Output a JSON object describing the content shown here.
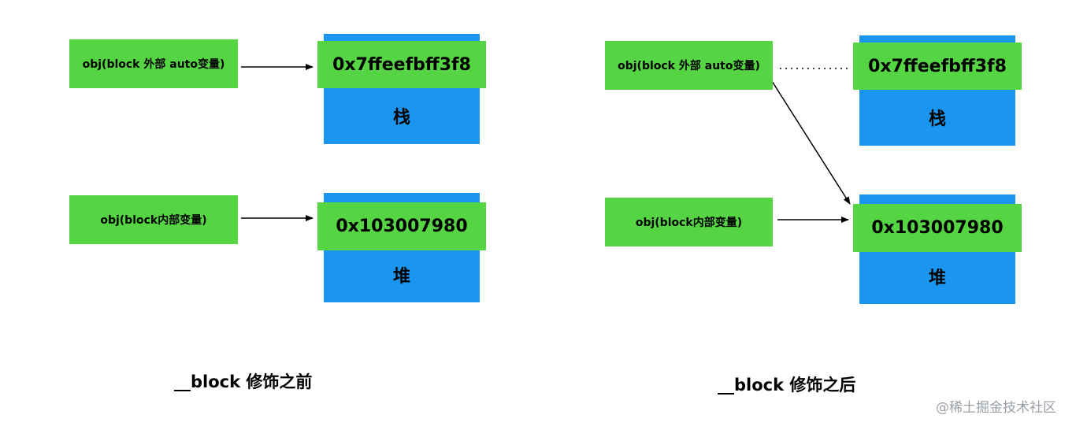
{
  "before": {
    "stack_var_label": "obj(block 外部 auto变量)",
    "stack_address": "0x7ffeefbff3f8",
    "stack_region": "栈",
    "heap_var_label": "obj(block内部变量)",
    "heap_address": "0x103007980",
    "heap_region": "堆",
    "caption": "__block 修饰之前"
  },
  "after": {
    "stack_var_label": "obj(block 外部 auto变量)",
    "stack_address": "0x7ffeefbff3f8",
    "stack_region": "栈",
    "heap_var_label": "obj(block内部变量)",
    "heap_address": "0x103007980",
    "heap_region": "堆",
    "caption": "__block 修饰之后"
  },
  "watermark": "@稀土掘金技术社区",
  "colors": {
    "variable_box": "#55d544",
    "memory_region": "#1a96f0",
    "arrow": "#000000"
  }
}
